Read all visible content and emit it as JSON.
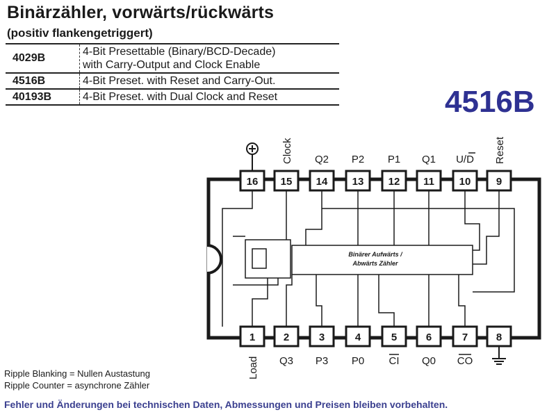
{
  "header": {
    "title": "Binärzähler, vorwärts/rückwärts",
    "subtitle": "(positiv flankengetriggert)"
  },
  "parts": [
    {
      "code": "4029B",
      "desc_lines": [
        "4-Bit Presettable (Binary/BCD-Decade)",
        "with Carry-Output and Clock Enable"
      ]
    },
    {
      "code": "4516B",
      "desc_lines": [
        "4-Bit Preset. with Reset and Carry-Out."
      ]
    },
    {
      "code": "40193B",
      "desc_lines": [
        "4-Bit Preset. with Dual Clock and Reset"
      ]
    }
  ],
  "chip_title": "4516B",
  "diagram": {
    "top_pins": [
      {
        "num": "16",
        "label": "⊕"
      },
      {
        "num": "15",
        "label": "Clock"
      },
      {
        "num": "14",
        "label": "Q2"
      },
      {
        "num": "13",
        "label": "P2"
      },
      {
        "num": "12",
        "label": "P1"
      },
      {
        "num": "11",
        "label": "Q1"
      },
      {
        "num": "10",
        "label": "U/D"
      },
      {
        "num": "9",
        "label": "Reset"
      }
    ],
    "bottom_pins": [
      {
        "num": "1",
        "label": "Load"
      },
      {
        "num": "2",
        "label": "Q3"
      },
      {
        "num": "3",
        "label": "P3"
      },
      {
        "num": "4",
        "label": "P0"
      },
      {
        "num": "5",
        "label": "CI"
      },
      {
        "num": "6",
        "label": "Q0"
      },
      {
        "num": "7",
        "label": "CO"
      },
      {
        "num": "8",
        "label": "⏚"
      }
    ],
    "block_lines": [
      "Binärer Aufwärts /",
      "Abwärts Zähler"
    ]
  },
  "notes": [
    "Ripple Blanking = Nullen Austastung",
    "Ripple Counter = asynchrone Zähler"
  ],
  "footer": "Fehler und Änderungen bei technischen Daten, Abmessungen und Preisen bleiben vorbehalten."
}
